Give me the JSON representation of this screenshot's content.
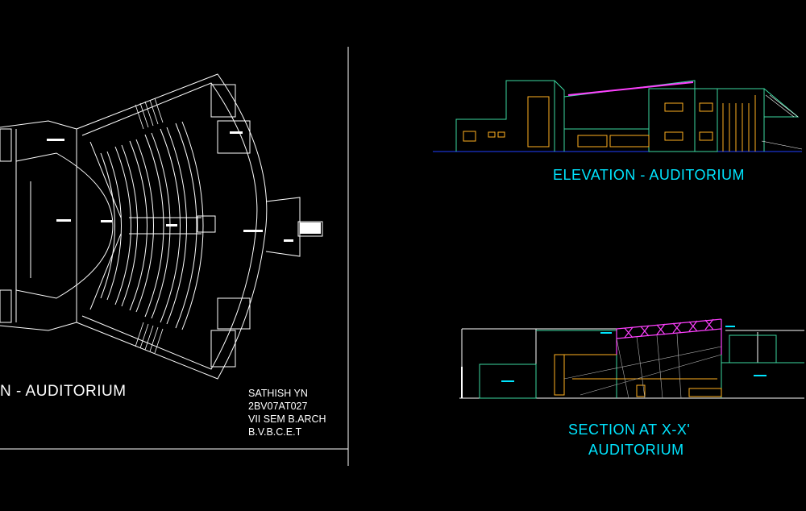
{
  "drawing": {
    "background": "#000000",
    "colors": {
      "line_white": "#ffffff",
      "line_green": "#3cd8a0",
      "line_yellow": "#ffb020",
      "line_magenta": "#ff40ff",
      "line_blue": "#2040ff",
      "line_cyan": "#00e5ff"
    }
  },
  "plan": {
    "title": "N - AUDITORIUM"
  },
  "elevation": {
    "title": "ELEVATION - AUDITORIUM"
  },
  "section": {
    "title_line1": "SECTION AT X-X'",
    "title_line2": "AUDITORIUM"
  },
  "credits": {
    "name": "SATHISH YN",
    "usn": "2BV07AT027",
    "semester": "VII SEM B.ARCH",
    "college": "B.V.B.C.E.T"
  }
}
